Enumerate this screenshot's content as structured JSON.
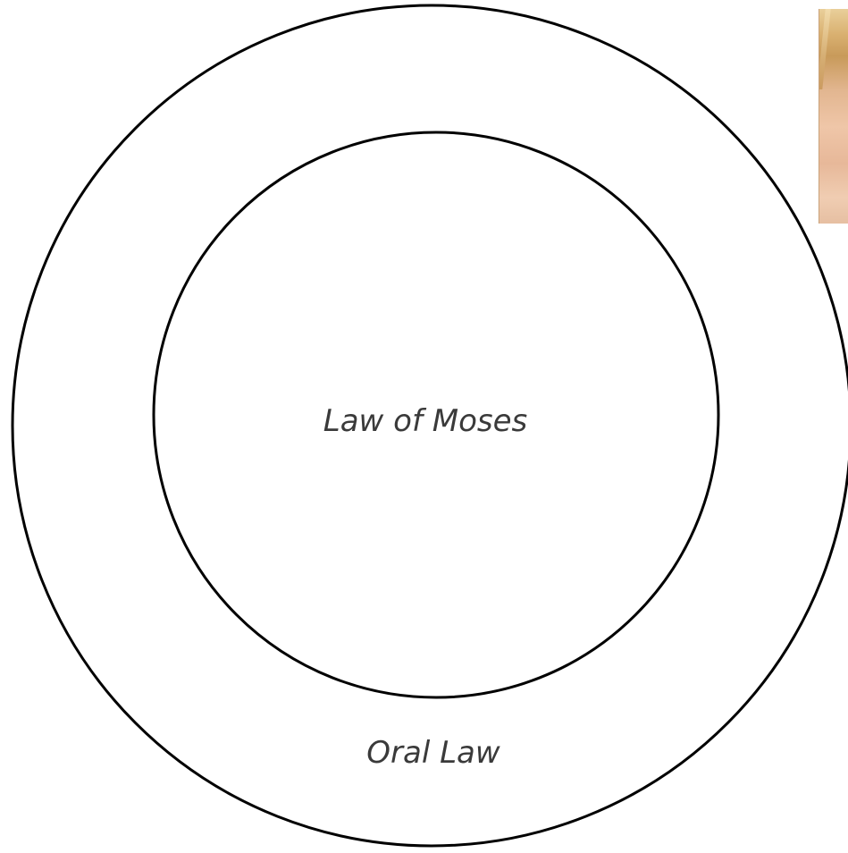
{
  "diagram": {
    "type": "concentric-circles",
    "outer_ring": {
      "label": "Oral Law"
    },
    "inner_circle": {
      "label": "Law of Moses"
    },
    "colors": {
      "stroke": "#000000",
      "fill": "#ffffff",
      "label_text": "#3a3a3a"
    }
  },
  "corner_image": {
    "kind": "photo-fragment"
  }
}
